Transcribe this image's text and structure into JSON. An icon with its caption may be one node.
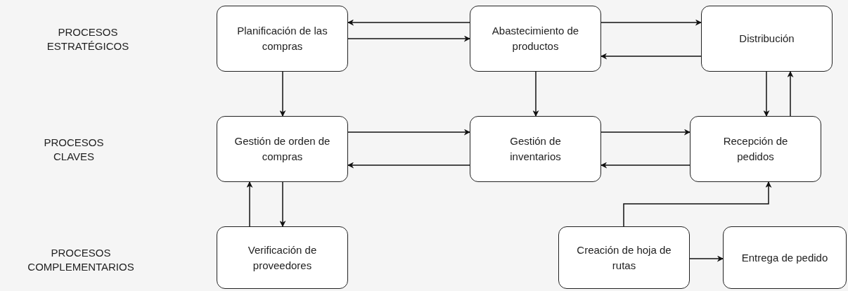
{
  "diagram": {
    "nodes": [
      {
        "text": [
          "Planificación de las compras"
        ]
      },
      {
        "text": [
          "Abastecimiento de productos"
        ]
      },
      {
        "text": [
          "Distribución"
        ]
      },
      {
        "text": [
          "Gestión de orden de compras"
        ]
      },
      {
        "text": [
          "Gestión de inventarios"
        ]
      },
      {
        "text": [
          "Recepción de pedidos"
        ]
      },
      {
        "text": [
          "Verificación de proveedores"
        ]
      },
      {
        "text": [
          "Creación de hoja de rutas"
        ]
      },
      {
        "text": [
          "Entrega de pedido"
        ]
      }
    ],
    "edges": [
      {
        "from": 1,
        "to": 0,
        "arrow": "to"
      },
      {
        "from": 0,
        "to": 1,
        "arrow": "to"
      },
      {
        "from": 1,
        "to": 2,
        "arrow": "to"
      },
      {
        "from": 2,
        "to": 1,
        "arrow": "to"
      },
      {
        "from": 0,
        "to": 3,
        "arrow": "to"
      },
      {
        "from": 1,
        "to": 4,
        "arrow": "to"
      },
      {
        "from": 2,
        "to": 5,
        "arrow": "to"
      },
      {
        "from": 5,
        "to": 2,
        "arrow": "to"
      },
      {
        "from": 3,
        "to": 4,
        "arrow": "to"
      },
      {
        "from": 4,
        "to": 3,
        "arrow": "to"
      },
      {
        "from": 4,
        "to": 5,
        "arrow": "to"
      },
      {
        "from": 5,
        "to": 4,
        "arrow": "to"
      },
      {
        "from": 3,
        "to": 6,
        "arrow": "to"
      },
      {
        "from": 6,
        "to": 3,
        "arrow": "to"
      },
      {
        "from": 7,
        "to": 5,
        "arrow": "to"
      },
      {
        "from": 7,
        "to": 8,
        "arrow": "to"
      }
    ],
    "labels": [
      "PROCESOS ESTRATÉGICOS",
      "PROCESOS CLAVES",
      "PROCESOS COMPLEMENTARIOS"
    ]
  }
}
